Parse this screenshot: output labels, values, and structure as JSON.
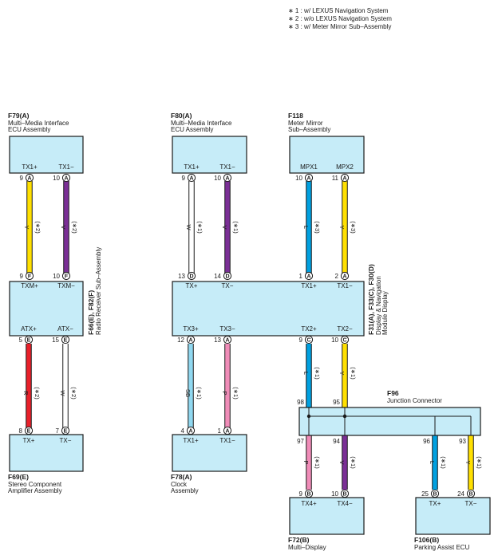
{
  "notes": [
    "∗ 1 : w/ LEXUS Navigation System",
    "∗ 2 : w/o LEXUS Navigation System",
    "∗ 3 : w/ Meter Mirror Sub–Assembly"
  ],
  "components": [
    {
      "code": "F79(A)",
      "name": [
        "Multi–Media Interface",
        "ECU Assembly"
      ]
    },
    {
      "code": "F80(A)",
      "name": [
        "Multi–Media Interface",
        "ECU Assembly"
      ]
    },
    {
      "code": "F118",
      "name": [
        "Meter Mirror",
        "Sub–Assembly"
      ]
    },
    {
      "code": "F66(E), F82(F)",
      "name": [
        "Radio Receiver Sub–Assembly"
      ]
    },
    {
      "code": "F31(A), F33(C), F30(D)",
      "name": [
        "Display & Navigation",
        "Module Display"
      ]
    },
    {
      "code": "F96",
      "name": [
        "Junction Connector"
      ]
    },
    {
      "code": "F69(E)",
      "name": [
        "Stereo Component",
        "Amplifier Assembly"
      ]
    },
    {
      "code": "F78(A)",
      "name": [
        "Clock",
        "Assembly"
      ]
    },
    {
      "code": "F72(B)",
      "name": [
        "Multi–Display"
      ]
    },
    {
      "code": "F106(B)",
      "name": [
        "Parking Assist ECU"
      ]
    }
  ],
  "pins": [
    {
      "label": "TX1+",
      "no": "9",
      "conn": "A"
    },
    {
      "label": "TX1−",
      "no": "10",
      "conn": "A"
    },
    {
      "label": "TXM+",
      "no": "9",
      "conn": "F"
    },
    {
      "label": "TXM−",
      "no": "10",
      "conn": "F"
    },
    {
      "label": "ATX+",
      "no": "5",
      "conn": "E"
    },
    {
      "label": "ATX−",
      "no": "15",
      "conn": "E"
    },
    {
      "label": "TX+",
      "no": "8",
      "conn": "E"
    },
    {
      "label": "TX−",
      "no": "7",
      "conn": "E"
    },
    {
      "label": "TX1+",
      "no": "9",
      "conn": "A"
    },
    {
      "label": "TX1−",
      "no": "10",
      "conn": "A"
    },
    {
      "label": "MPX1",
      "no": "10",
      "conn": "A"
    },
    {
      "label": "MPX2",
      "no": "11",
      "conn": "A"
    },
    {
      "label": "TX+",
      "no": "13",
      "conn": "D"
    },
    {
      "label": "TX−",
      "no": "14",
      "conn": "D"
    },
    {
      "label": "TX1+",
      "no": "1",
      "conn": "A"
    },
    {
      "label": "TX1−",
      "no": "2",
      "conn": "A"
    },
    {
      "label": "TX3+",
      "no": "12",
      "conn": "A"
    },
    {
      "label": "TX3−",
      "no": "13",
      "conn": "A"
    },
    {
      "label": "TX2+",
      "no": "9",
      "conn": "C"
    },
    {
      "label": "TX2−",
      "no": "10",
      "conn": "C"
    },
    {
      "label": "TX1+",
      "no": "4",
      "conn": "A"
    },
    {
      "label": "TX1−",
      "no": "1",
      "conn": "A"
    },
    {
      "label": "TX4+",
      "no": "9",
      "conn": "B"
    },
    {
      "label": "TX4−",
      "no": "10",
      "conn": "B"
    },
    {
      "label": "TX+",
      "no": "25",
      "conn": "B"
    },
    {
      "label": "TX−",
      "no": "24",
      "conn": "B"
    }
  ],
  "junction_pins": [
    "98",
    "95",
    "97",
    "94",
    "96",
    "93"
  ],
  "wires": [
    {
      "color": "Y",
      "note": "(∗2)",
      "hex": "#ffe000"
    },
    {
      "color": "V",
      "note": "(∗2)",
      "hex": "#7b2f96"
    },
    {
      "color": "R",
      "note": "(∗2)",
      "hex": "#e8202a"
    },
    {
      "color": "W",
      "note": "(∗2)",
      "hex": "#ffffff"
    },
    {
      "color": "W",
      "note": "(∗1)",
      "hex": "#ffffff"
    },
    {
      "color": "V",
      "note": "(∗1)",
      "hex": "#7b2f96"
    },
    {
      "color": "L",
      "note": "(∗3)",
      "hex": "#00a0e0"
    },
    {
      "color": "Y",
      "note": "(∗3)",
      "hex": "#ffe000"
    },
    {
      "color": "SB",
      "note": "(∗1)",
      "hex": "#90d8f0"
    },
    {
      "color": "P",
      "note": "(∗1)",
      "hex": "#f08cb8"
    },
    {
      "color": "L",
      "note": "(∗1)",
      "hex": "#00a0e0"
    },
    {
      "color": "Y",
      "note": "(∗1)",
      "hex": "#ffe000"
    },
    {
      "color": "P",
      "note": "(∗1)",
      "hex": "#f08cb8"
    },
    {
      "color": "V",
      "note": "(∗1)",
      "hex": "#7b2f96"
    },
    {
      "color": "L",
      "note": "(∗1)",
      "hex": "#00a0e0"
    },
    {
      "color": "Y",
      "note": "(∗1)",
      "hex": "#ffe000"
    }
  ],
  "colors": {
    "box_fill": "#c6ecf8",
    "stroke": "#1a1a1a"
  }
}
